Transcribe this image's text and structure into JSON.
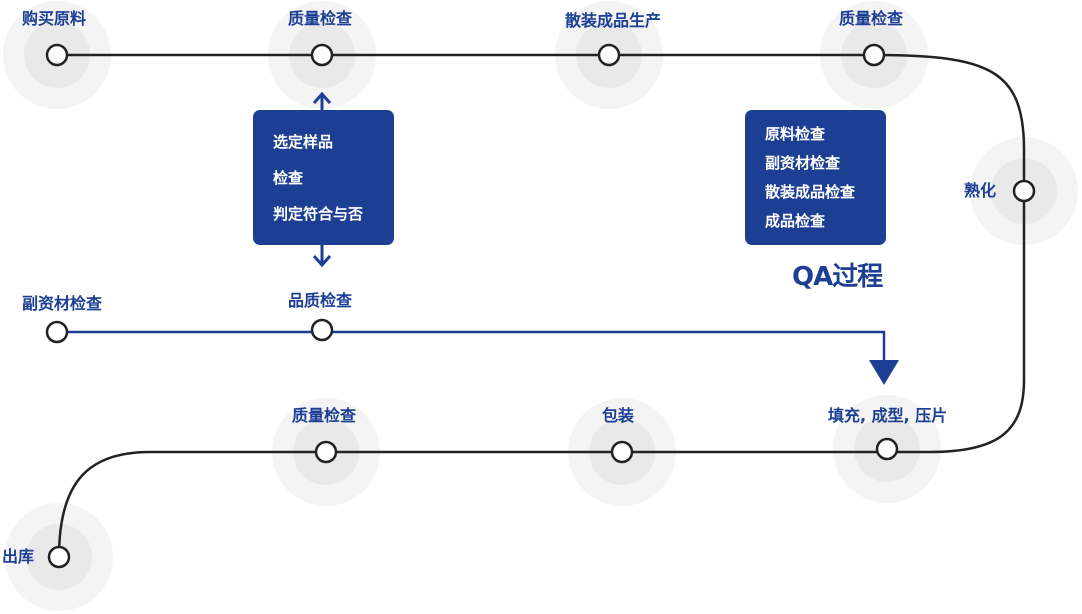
{
  "colors": {
    "accent": "#1c3f94",
    "node_halo_outer": "#f4f4f4",
    "node_halo_inner": "#e8e8e8",
    "line": "#222222"
  },
  "nodes": {
    "purchase": "购买原料",
    "qc1": "质量检查",
    "bulk": "散装成品生产",
    "qc2": "质量检查",
    "mature": "熟化",
    "aux_check": "副资材检查",
    "quality_check": "品质检查",
    "fill": "填充, 成型, 压片",
    "package": "包装",
    "qc3": "质量检查",
    "outbound": "出库"
  },
  "sample_box": {
    "lines": [
      "选定样品",
      "检查",
      "判定符合与否"
    ]
  },
  "qa_box": {
    "lines": [
      "原料检查",
      "副资材检查",
      "散装成品检查",
      "成品检查"
    ],
    "title": "QA过程"
  }
}
